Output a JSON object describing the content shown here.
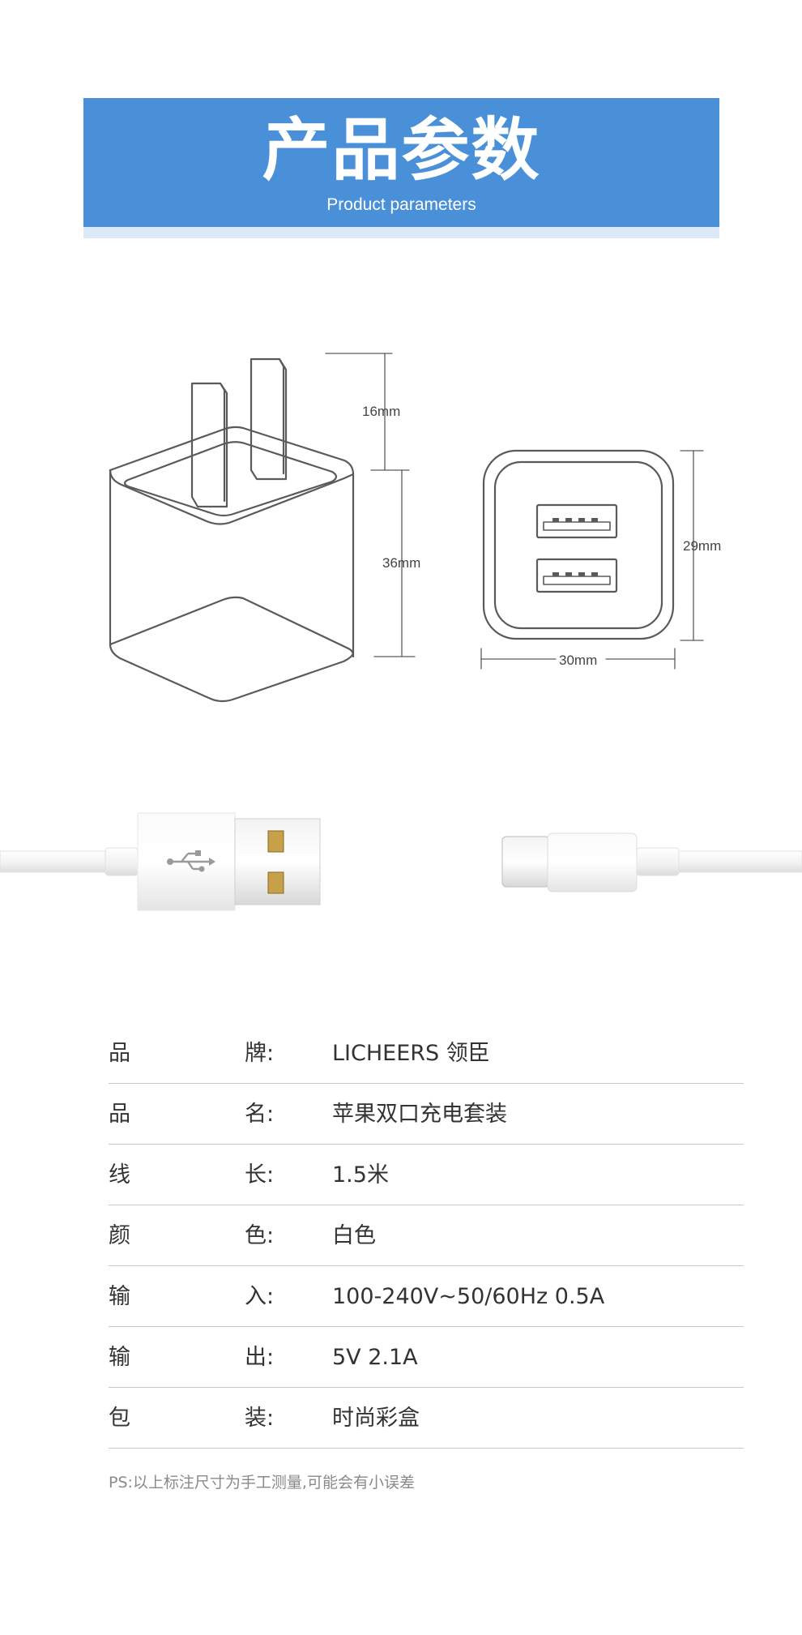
{
  "header": {
    "title": "产品参数",
    "subtitle": "Product parameters"
  },
  "dimensions": {
    "prong_height": "16mm",
    "body_height": "36mm",
    "front_height": "29mm",
    "front_width": "30mm"
  },
  "specs": [
    {
      "k1": "品",
      "k2": "牌:",
      "value": "LICHEERS 领臣"
    },
    {
      "k1": "品",
      "k2": "名:",
      "value": "苹果双口充电套装"
    },
    {
      "k1": "线",
      "k2": "长:",
      "value": "1.5米"
    },
    {
      "k1": "颜",
      "k2": "色:",
      "value": "白色"
    },
    {
      "k1": "输",
      "k2": "入:",
      "value": "100-240V~50/60Hz 0.5A"
    },
    {
      "k1": "输",
      "k2": "出:",
      "value": "5V 2.1A"
    },
    {
      "k1": "包",
      "k2": "装:",
      "value": "时尚彩盒"
    }
  ],
  "note": "PS:以上标注尺寸为手工测量,可能会有小误差",
  "colors": {
    "banner": "#4a90d9",
    "banner_strip": "#dce9f8",
    "line_art": "#5a5a5a"
  }
}
